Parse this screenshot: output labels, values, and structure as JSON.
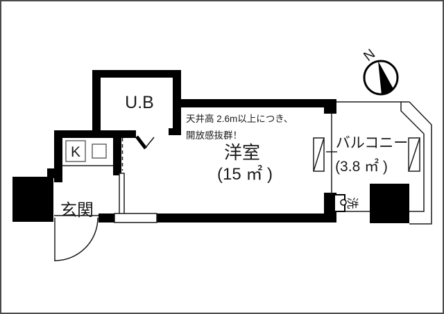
{
  "plan": {
    "rooms": {
      "unit_bath": {
        "label": "U.B"
      },
      "kitchen": {
        "label": "K"
      },
      "entrance": {
        "label": "玄関"
      },
      "western_room": {
        "label": "洋室",
        "area": "(15 ㎡ )"
      },
      "balcony": {
        "label": "バルコニー",
        "area": "(3.8 ㎡ )"
      }
    },
    "note": {
      "line1": "天井高 2.6m以上につき、",
      "line2": "開放感抜群！"
    },
    "fixtures": {
      "washing_machine": {
        "label": "洗"
      }
    },
    "compass": {
      "label": "N"
    },
    "colors": {
      "wall": "#000000",
      "line": "#1a1a1a",
      "background": "#ffffff",
      "page_border": "#4a4a4a",
      "text": "#1a1a1a"
    }
  }
}
